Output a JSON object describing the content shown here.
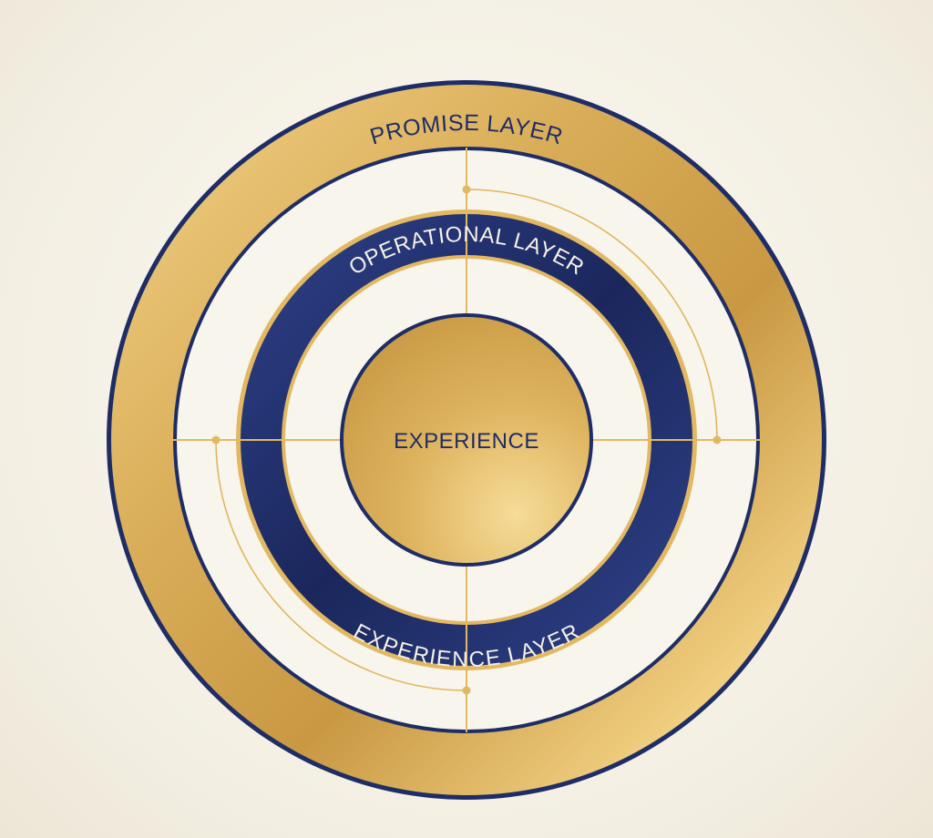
{
  "labels": {
    "outer": "PROMISE LAYER",
    "middle": "OPERATIONAL LAYER",
    "middle_bottom": "EXPERIENCE LAYER",
    "core": "EXPERIENCE"
  },
  "colors": {
    "navy": "#1f2d66",
    "gold": "#d4a64c",
    "gold_light": "#f2d284",
    "cream": "#f8f5ec"
  }
}
